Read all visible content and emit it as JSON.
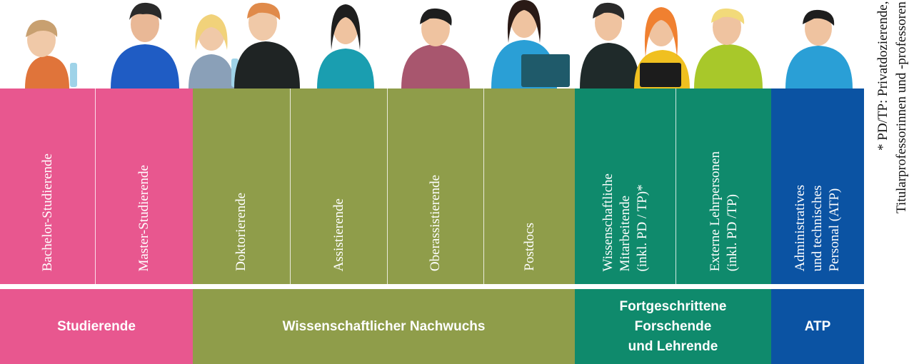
{
  "colors": {
    "pink": "#e8578f",
    "olive": "#8f9d4a",
    "teal": "#0f8a6c",
    "blue": "#0b53a3"
  },
  "roles": [
    {
      "label": "Bachelor-Studierende",
      "color": "pink"
    },
    {
      "label": "Master-Studierende",
      "color": "pink"
    },
    {
      "label": "Doktorierende",
      "color": "olive"
    },
    {
      "label": "Assistierende",
      "color": "olive"
    },
    {
      "label": "Oberassistierende",
      "color": "olive"
    },
    {
      "label": "Postdocs",
      "color": "olive"
    },
    {
      "label": "Wissenschaftliche\nMitarbeitende\n(inkl. PD / TP)*",
      "color": "teal"
    },
    {
      "label": "Externe Lehrpersonen\n(inkl. PD /TP)",
      "color": "teal"
    },
    {
      "label": "Administratives\nund technisches\nPersonal (ATP)",
      "color": "blue"
    }
  ],
  "groups": [
    {
      "label": "Studierende",
      "color": "pink"
    },
    {
      "label": "Wissenschaftlicher Nachwuchs",
      "color": "olive"
    },
    {
      "label": "Fortgeschrittene\nForschende\nund Lehrende",
      "color": "teal"
    },
    {
      "label": "ATP",
      "color": "blue"
    }
  ],
  "footnote": "* PD/TP: Privatdozierende,\nTitularprofessorinnen und -professoren"
}
